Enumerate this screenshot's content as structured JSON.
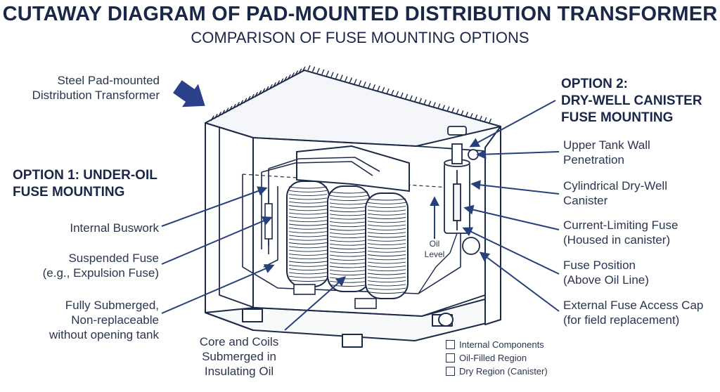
{
  "title": "CUTAWAY DIAGRAM OF PAD-MOUNTED DISTRIBUTION TRANSFORMER",
  "subtitle": "COMPARISON OF FUSE MOUNTING OPTIONS",
  "labels": {
    "steel_transformer": "Steel Pad-mounted\nDistribution Transformer",
    "option1": "OPTION 1: UNDER-OIL\nFUSE MOUNTING",
    "internal_buswork": "Internal Buswork",
    "suspended_fuse": "Suspended Fuse\n(e.g., Expulsion Fuse)",
    "fully_submerged": "Fully Submerged,\nNon-replaceable\nwithout opening tank",
    "core_coils": "Core and Coils\nSubmerged in\nInsulating Oil",
    "oil_level": "Oil\nLevel",
    "option2": "OPTION 2:\nDRY-WELL CANISTER\nFUSE MOUNTING",
    "upper_tank_wall": "Upper Tank Wall\nPenetration",
    "cylindrical_drywell": "Cylindrical Dry-Well\nCanister",
    "current_limiting": "Current-Limiting Fuse\n(Housed in canister)",
    "fuse_position": "Fuse Position\n(Above Oil Line)",
    "external_cap": "External Fuse Access Cap\n(for field replacement)"
  },
  "legend": [
    "Internal Components",
    "Oil-Filled Region",
    "Dry Region (Canister)"
  ],
  "colors": {
    "ink": "#1c2a4a",
    "pointer": "#26407a"
  }
}
